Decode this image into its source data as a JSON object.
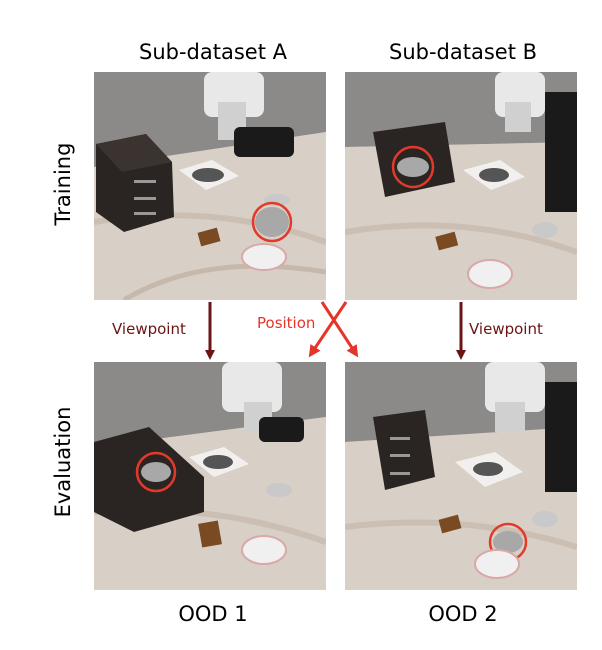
{
  "columns": {
    "a": "Sub-dataset A",
    "b": "Sub-dataset B"
  },
  "rows": {
    "training": "Training",
    "evaluation": "Evaluation"
  },
  "bottom": {
    "ood1": "OOD 1",
    "ood2": "OOD 2"
  },
  "arrows": {
    "viewpoint_left": "Viewpoint",
    "position": "Position",
    "viewpoint_right": "Viewpoint"
  },
  "colors": {
    "dark_arrow": "#6b1414",
    "red_arrow": "#e5352a",
    "highlight": "#e23a2a"
  }
}
